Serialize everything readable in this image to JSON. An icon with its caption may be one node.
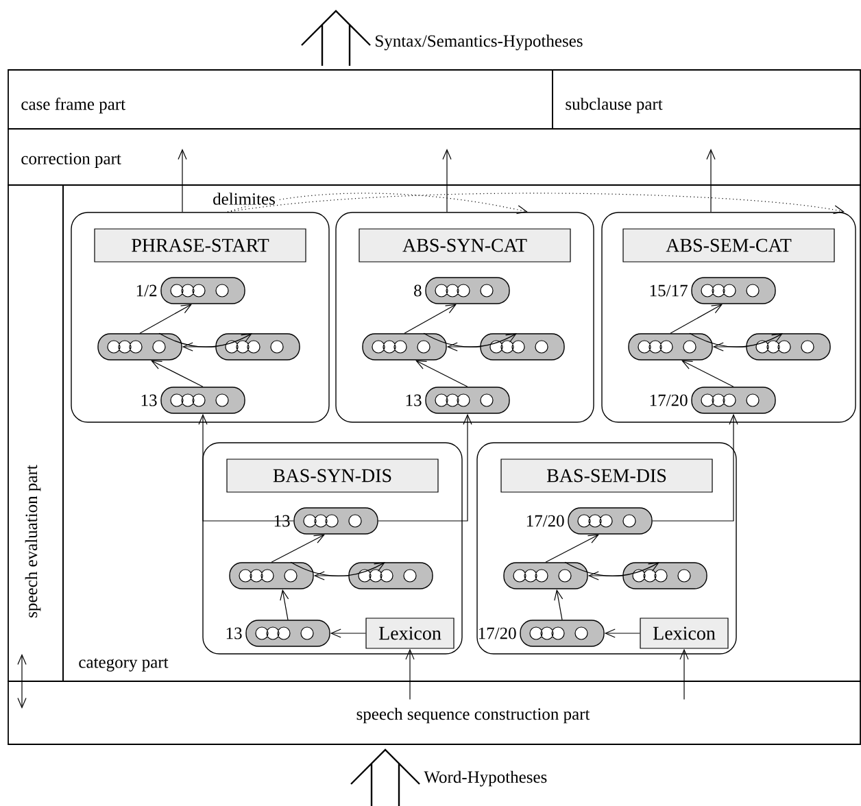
{
  "diagram": {
    "nodes": [
      {
        "text": [
          "case frame part"
        ]
      },
      {
        "text": [
          "subclause part"
        ]
      },
      {
        "text": [
          "correction part"
        ]
      },
      {
        "text": [
          "speech evaluation part"
        ]
      },
      {
        "text": [
          "category part"
        ]
      },
      {
        "text": [
          "speech sequence construction part"
        ]
      },
      {
        "text": [
          "PHRASE-START"
        ],
        "in": 4
      },
      {
        "text": [],
        "shape": "bar",
        "beside": [
          "1/2"
        ],
        "in": 6
      },
      {
        "text": [],
        "shape": "bar",
        "in": 6
      },
      {
        "text": [],
        "shape": "bar",
        "in": 6
      },
      {
        "text": [],
        "shape": "bar",
        "beside": [
          "13"
        ],
        "in": 6
      },
      {
        "text": [
          "ABS-SYN-CAT"
        ],
        "in": 4
      },
      {
        "text": [],
        "shape": "bar",
        "beside": [
          "8"
        ],
        "in": 11
      },
      {
        "text": [],
        "shape": "bar",
        "in": 11
      },
      {
        "text": [],
        "shape": "bar",
        "in": 11
      },
      {
        "text": [],
        "shape": "bar",
        "beside": [
          "13"
        ],
        "in": 11
      },
      {
        "text": [
          "ABS-SEM-CAT"
        ],
        "in": 4
      },
      {
        "text": [],
        "shape": "bar",
        "beside": [
          "15/17"
        ],
        "in": 16
      },
      {
        "text": [],
        "shape": "bar",
        "in": 16
      },
      {
        "text": [],
        "shape": "bar",
        "in": 16
      },
      {
        "text": [],
        "shape": "bar",
        "beside": [
          "17/20"
        ],
        "in": 16
      },
      {
        "text": [
          "BAS-SYN-DIS"
        ],
        "in": 4
      },
      {
        "text": [],
        "shape": "bar",
        "beside": [
          "13"
        ],
        "in": 21
      },
      {
        "text": [],
        "shape": "bar",
        "in": 21
      },
      {
        "text": [],
        "shape": "bar",
        "in": 21
      },
      {
        "text": [],
        "shape": "bar",
        "beside": [
          "13"
        ],
        "in": 21
      },
      {
        "text": [
          "Lexicon"
        ],
        "in": 21
      },
      {
        "text": [
          "BAS-SEM-DIS"
        ],
        "in": 4
      },
      {
        "text": [],
        "shape": "bar",
        "beside": [
          "17/20"
        ],
        "in": 27
      },
      {
        "text": [],
        "shape": "bar",
        "in": 27
      },
      {
        "text": [],
        "shape": "bar",
        "in": 27
      },
      {
        "text": [],
        "shape": "bar",
        "beside": [
          "17/20"
        ],
        "in": 27
      },
      {
        "text": [
          "Lexicon"
        ],
        "in": 27
      }
    ],
    "edges": [
      {
        "from": 3,
        "to": 5,
        "arrow": "both"
      },
      {
        "from": 6,
        "to": 2,
        "arrow": "to"
      },
      {
        "from": 11,
        "to": 2,
        "arrow": "to"
      },
      {
        "from": 16,
        "to": 2,
        "arrow": "to"
      },
      {
        "from": 6,
        "to": 11,
        "arrow": "to",
        "label": "delimites",
        "style": "dashed"
      },
      {
        "from": 6,
        "to": 16,
        "arrow": "to",
        "style": "dashed"
      },
      {
        "from": 8,
        "to": 7,
        "arrow": "to"
      },
      {
        "from": 8,
        "to": 9,
        "arrow": "to"
      },
      {
        "from": 9,
        "to": 8,
        "arrow": "to"
      },
      {
        "from": 10,
        "to": 8,
        "arrow": "to"
      },
      {
        "from": 13,
        "to": 12,
        "arrow": "to"
      },
      {
        "from": 13,
        "to": 14,
        "arrow": "to"
      },
      {
        "from": 14,
        "to": 13,
        "arrow": "to"
      },
      {
        "from": 15,
        "to": 13,
        "arrow": "to"
      },
      {
        "from": 18,
        "to": 17,
        "arrow": "to"
      },
      {
        "from": 18,
        "to": 19,
        "arrow": "to"
      },
      {
        "from": 19,
        "to": 18,
        "arrow": "to"
      },
      {
        "from": 20,
        "to": 18,
        "arrow": "to"
      },
      {
        "from": 23,
        "to": 22,
        "arrow": "to"
      },
      {
        "from": 23,
        "to": 24,
        "arrow": "to"
      },
      {
        "from": 24,
        "to": 23,
        "arrow": "to"
      },
      {
        "from": 25,
        "to": 23,
        "arrow": "to"
      },
      {
        "from": 26,
        "to": 25,
        "arrow": "to"
      },
      {
        "from": 29,
        "to": 28,
        "arrow": "to"
      },
      {
        "from": 29,
        "to": 30,
        "arrow": "to"
      },
      {
        "from": 30,
        "to": 29,
        "arrow": "to"
      },
      {
        "from": 31,
        "to": 29,
        "arrow": "to"
      },
      {
        "from": 32,
        "to": 31,
        "arrow": "to"
      },
      {
        "from": 22,
        "to": 10,
        "arrow": "to"
      },
      {
        "from": 22,
        "to": 15,
        "arrow": "to"
      },
      {
        "from": 28,
        "to": 20,
        "arrow": "to"
      },
      {
        "from": 5,
        "to": 26,
        "arrow": "to"
      },
      {
        "from": 5,
        "to": 32,
        "arrow": "to"
      }
    ],
    "labels": [
      "Syntax/Semantics-Hypotheses",
      "Word-Hypotheses"
    ]
  }
}
